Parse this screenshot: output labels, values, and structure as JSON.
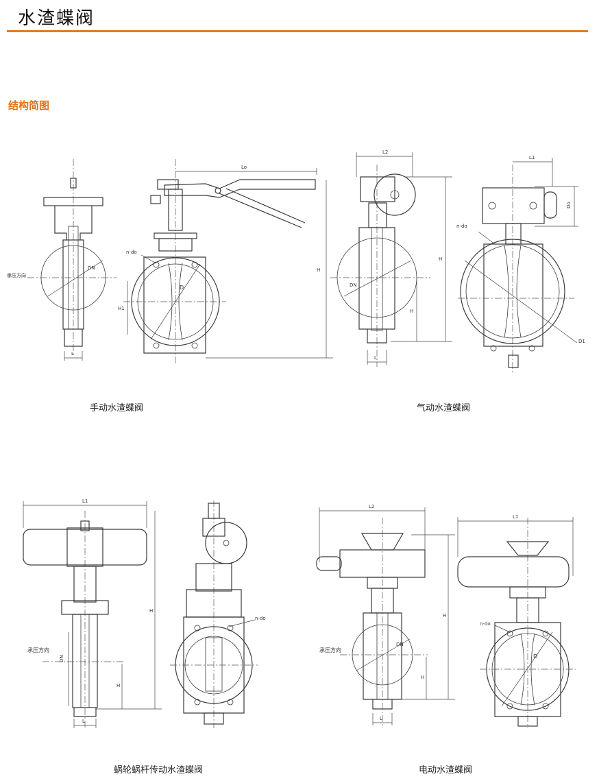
{
  "header": {
    "title": "水渣蝶阀"
  },
  "section": {
    "title": "结构简图"
  },
  "figures": [
    {
      "caption": "手动水渣蝶阀",
      "labels": {
        "pressure": "承压方向",
        "dn": "DN",
        "l": "L",
        "nd": "n-do",
        "d": "D",
        "h": "H",
        "h1": "H1",
        "lo": "Lo"
      }
    },
    {
      "caption": "气动水渣蝶阀",
      "labels": {
        "dn": "DN",
        "l": "L",
        "l2": "L2",
        "l1": "L1",
        "nd": "n-do",
        "h": "H",
        "h1": "H",
        "do": "Do",
        "d1": "D1"
      }
    },
    {
      "caption": "蜗轮蜗杆传动水渣蝶阀",
      "labels": {
        "l1": "L1",
        "pressure": "承压方向",
        "dn": "DN",
        "h": "H",
        "h1": "H",
        "l": "L",
        "nd": "n-do"
      }
    },
    {
      "caption": "电动水渣蝶阀",
      "labels": {
        "l2": "L2",
        "pressure": "承压方向",
        "dn": "DN",
        "h": "H",
        "h1": "H",
        "l": "L",
        "l1": "L1",
        "nd": "n-do",
        "d": "D"
      }
    }
  ]
}
